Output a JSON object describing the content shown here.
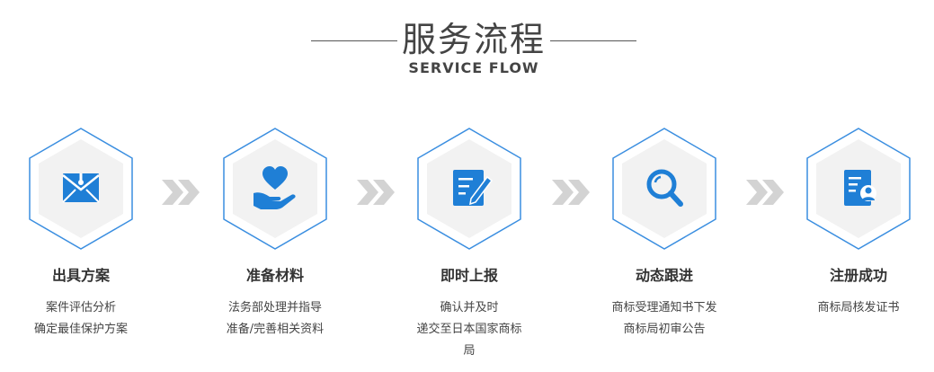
{
  "header": {
    "title": "服务流程",
    "subtitle": "SERVICE FLOW"
  },
  "colors": {
    "accent": "#1f7fd6",
    "hex_border": "#3a8ee0",
    "hex_fill": "#f2f2f2",
    "arrow": "#d3d3d3"
  },
  "steps": [
    {
      "title": "出具方案",
      "icon": "envelope-icon",
      "lines": [
        "案件评估分析",
        "确定最佳保护方案"
      ]
    },
    {
      "title": "准备材料",
      "icon": "heart-hand-icon",
      "lines": [
        "法务部处理并指导",
        "准备/完善相关资料"
      ]
    },
    {
      "title": "即时上报",
      "icon": "document-edit-icon",
      "lines": [
        "确认并及时",
        "递交至日本国家商标",
        "局"
      ]
    },
    {
      "title": "动态跟进",
      "icon": "magnifier-icon",
      "lines": [
        "商标受理通知书下发",
        "商标局初审公告"
      ]
    },
    {
      "title": "注册成功",
      "icon": "certificate-user-icon",
      "lines": [
        "商标局核发证书"
      ]
    }
  ]
}
